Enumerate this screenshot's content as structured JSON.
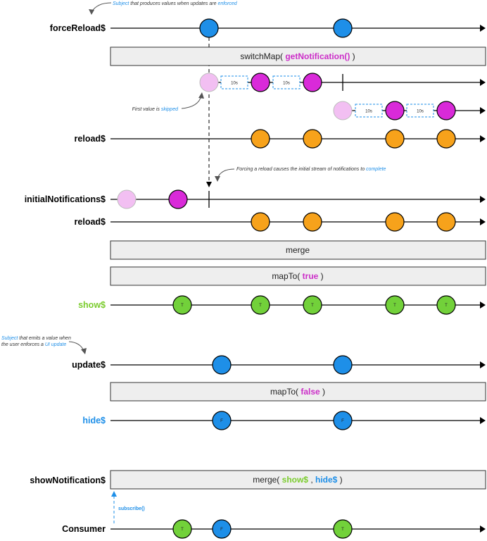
{
  "colors": {
    "blue": "#1e8fe8",
    "orange": "#f7a21b",
    "magenta": "#d92ad9",
    "pink": "#f2bff2",
    "green": "#72d13a",
    "line": "#000000",
    "box_fill": "#eeeeee",
    "op_green": "#7bcc2e",
    "op_blue": "#1e8fe8",
    "op_magenta": "#cc2ec8"
  },
  "labels": {
    "forceReload": "forceReload$",
    "reload1": "reload$",
    "initialNotifications": "initialNotifications$",
    "reload2": "reload$",
    "show": "show$",
    "update": "update$",
    "hide": "hide$",
    "showNotification": "showNotification$",
    "consumer": "Consumer"
  },
  "operators": {
    "switchMap_pre": "switchMap( ",
    "switchMap_fn": "getNotification()",
    "switchMap_post": " )",
    "merge": "merge",
    "mapTrue_pre": "mapTo( ",
    "mapTrue_val": "true",
    "mapTrue_post": " )",
    "mapFalse_pre": "mapTo( ",
    "mapFalse_val": "false",
    "mapFalse_post": " )",
    "mergeFinal_pre": "merge( ",
    "mergeFinal_show": "show$",
    "mergeFinal_sep": " , ",
    "mergeFinal_hide": "hide$",
    "mergeFinal_post": " )"
  },
  "annotations": {
    "top_subject": "Subject",
    "top_mid": " that produces values when updates are ",
    "top_enforced": "enforced",
    "first_value_pre": "First value is ",
    "first_value_skipped": "skipped",
    "forcing_pre": "Forcing a reload causes the initial stream of notifications to ",
    "forcing_complete": "complete",
    "subject2_subject": "Subject",
    "subject2_line1": " that emits a value when",
    "subject2_line2_pre": "the user enforces a ",
    "subject2_ui_update": "UI update",
    "subscribe": "subscribe()"
  },
  "marble_text": {
    "delay": "10s",
    "true_marble": "T",
    "false_marble": "F"
  }
}
